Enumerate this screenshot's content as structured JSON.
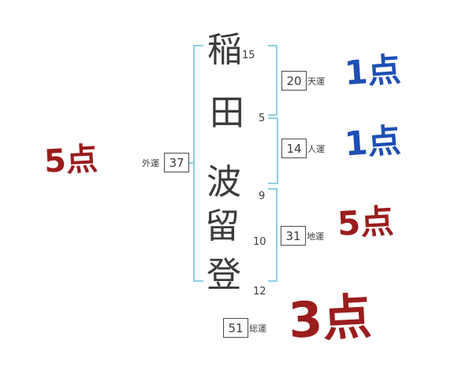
{
  "diagram": {
    "name_chars": [
      {
        "char": "稲",
        "strokes": "15"
      },
      {
        "char": "田",
        "strokes": "5"
      },
      {
        "char": "波",
        "strokes": "9"
      },
      {
        "char": "留",
        "strokes": "10"
      },
      {
        "char": "登",
        "strokes": "12"
      }
    ],
    "fortunes": {
      "ten": {
        "label": "天運",
        "value": "20",
        "score": "1点"
      },
      "jin": {
        "label": "人運",
        "value": "14",
        "score": "1点"
      },
      "chi": {
        "label": "地運",
        "value": "31",
        "score": "5点"
      },
      "gai": {
        "label": "外運",
        "value": "37",
        "score": "5点"
      },
      "sou": {
        "label": "総運",
        "value": "51",
        "score": "3点"
      }
    },
    "colors": {
      "bracket": "#8ecfe6",
      "score_blue": "#1d4fb5",
      "score_red": "#9b1d1d",
      "ink": "#3b3b3b"
    }
  }
}
